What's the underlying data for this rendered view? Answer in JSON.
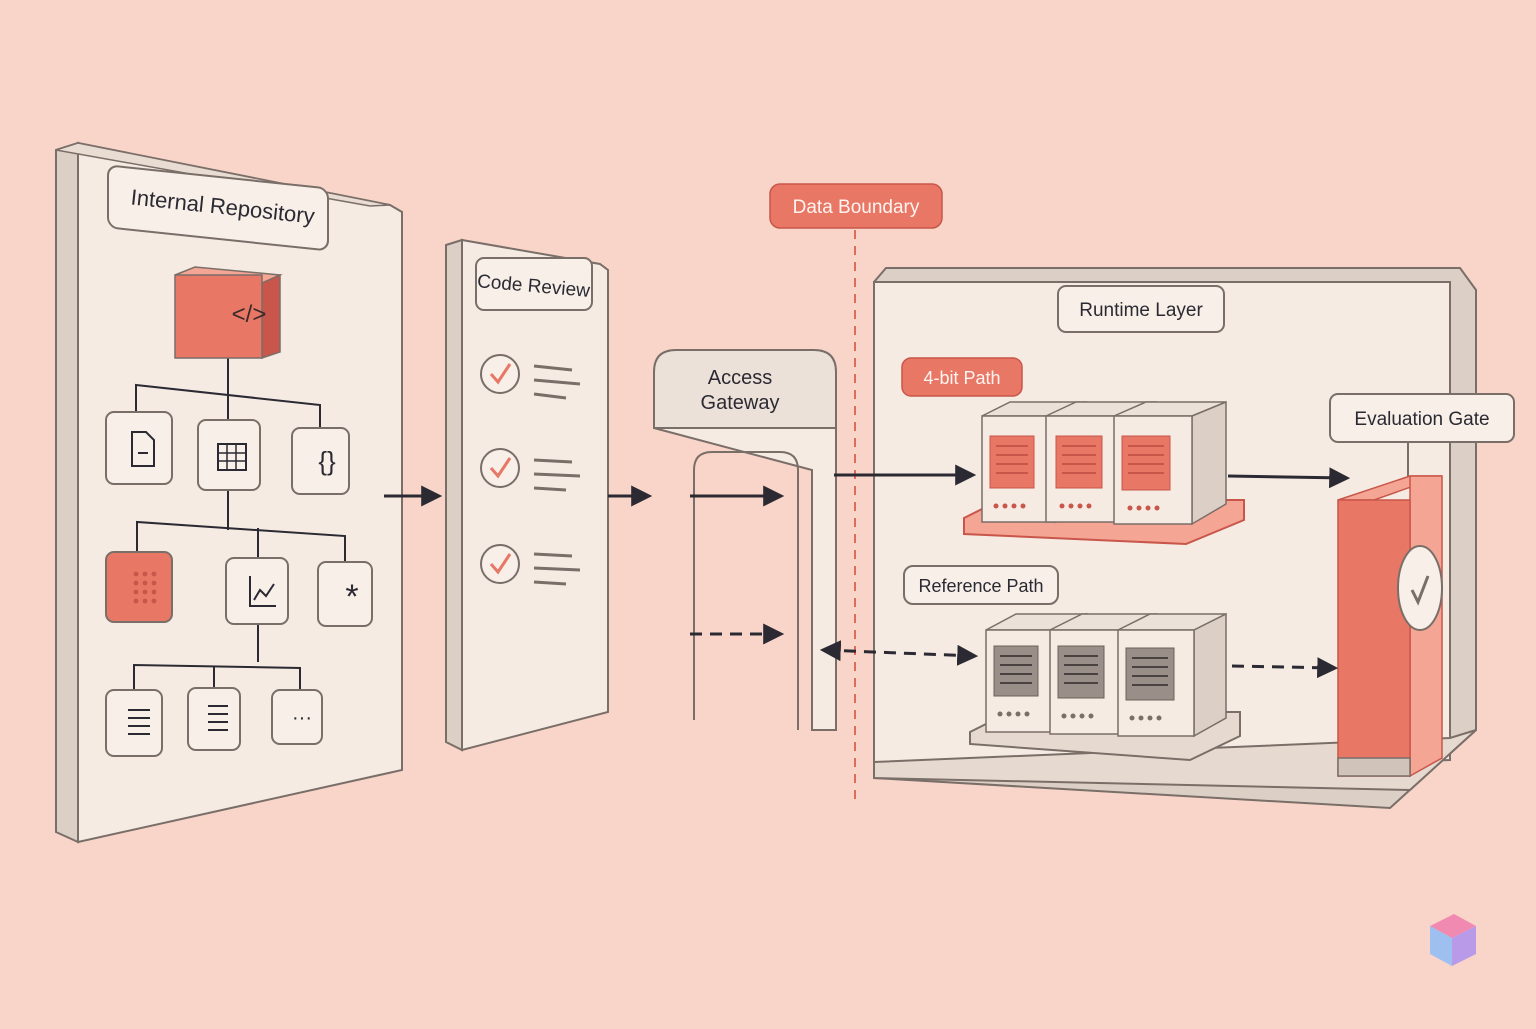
{
  "colors": {
    "background": "#f8d5c8",
    "panel": "#f5ebe3",
    "panel_side": "#dcd0c6",
    "outline": "#7a6e68",
    "accent": "#e87766",
    "accent_light": "#f4a594",
    "accent_dark": "#c9564a",
    "arrow": "#2b2a33"
  },
  "repository": {
    "label": "Internal Repository",
    "root_icon": "code-icon",
    "row1_icons": [
      "document-icon",
      "table-icon",
      "braces-icon"
    ],
    "row2_icons": [
      "dot-grid-icon",
      "line-chart-icon",
      "asterisk-icon"
    ],
    "row3_icons": [
      "list-icon",
      "list-icon",
      "ellipsis-icon"
    ],
    "ellipsis_text": "···"
  },
  "code_review": {
    "label": "Code Review",
    "check_icon": "check-icon",
    "item_count": 3
  },
  "gateway": {
    "line1": "Access",
    "line2": "Gateway"
  },
  "boundary": {
    "label": "Data Boundary"
  },
  "runtime": {
    "label": "Runtime Layer",
    "quantized_path_label": "4-bit Path",
    "reference_path_label": "Reference Path",
    "evaluation_gate_label": "Evaluation Gate",
    "server_icon": "server-icon"
  },
  "watermark": {
    "icon": "cube-icon"
  }
}
